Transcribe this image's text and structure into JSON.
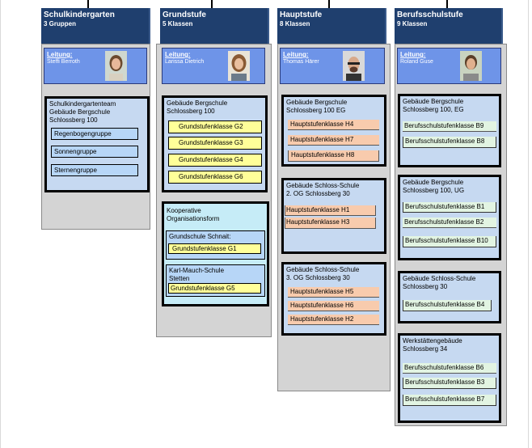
{
  "columns": [
    {
      "title": "Schulkindergarten",
      "subtitle": "3 Gruppen",
      "lead_label": "Leitung:",
      "lead_name": "Steffi Berroth",
      "blocks": [
        {
          "text": "Schulkindergartenteam\nGebäude Bergschule\nSchlossberg 100",
          "classes": [
            "Regenbogengruppe",
            "Sonnengruppe",
            "Sternengruppe"
          ]
        }
      ]
    },
    {
      "title": "Grundstufe",
      "subtitle": "5 Klassen",
      "lead_label": "Leitung:",
      "lead_name": "Larissa Dietrich",
      "blocks": [
        {
          "text": "Gebäude Bergschule\nSchlossberg 100",
          "classes": [
            "Grundstufenklasse G2",
            "Grundstufenklasse G3",
            "Grundstufenklasse G4",
            "Grundstufenklasse G6"
          ]
        }
      ],
      "koop": {
        "title": "Kooperative\nOrganisationsform",
        "schools": [
          {
            "name": "Grundschule Schnait:",
            "cls": "Grundstufenklasse G1"
          },
          {
            "name": "Karl-Mauch-Schule\nStetten",
            "cls": "Grundstufenklasse G5"
          }
        ]
      }
    },
    {
      "title": "Hauptstufe",
      "subtitle": "8 Klassen",
      "lead_label": "Leitung:",
      "lead_name": "Thomas Härer",
      "blocks": [
        {
          "text": "Gebäude Bergschule\nSchlossberg 100 EG",
          "classes": [
            "Hauptstufenklasse H4",
            "Hauptstufenklasse H7",
            "Hauptstufenklasse H8"
          ]
        },
        {
          "text": "Gebäude Schloss-Schule\n2. OG Schlossberg 30",
          "classes": [
            "Hauptstufenklasse H1",
            "Hauptstufenklasse H3"
          ]
        },
        {
          "text": "Gebäude Schloss-Schule\n3. OG Schlossberg 30",
          "classes": [
            "Hauptstufenklasse H5",
            "Hauptstufenklasse H6",
            "Hauptstufenklasse H2"
          ]
        }
      ]
    },
    {
      "title": "Berufsschulstufe",
      "subtitle": "9 Klassen",
      "lead_label": "Leitung:",
      "lead_name": "Roland Guse",
      "blocks": [
        {
          "text": "Gebäude Bergschule\nSchlossberg 100, EG",
          "classes": [
            "Berufsschulstufenklasse B9",
            "Berufsschulstufenklasse B8"
          ]
        },
        {
          "text": "Gebäude Bergschule\nSchlossberg 100, UG",
          "classes": [
            "Berufsschulstufenklasse B1",
            "Berufsschulstufenklasse B2",
            "Berufsschulstufenklasse B10"
          ]
        },
        {
          "text": "Gebäude Schloss-Schule\nSchlossberg 30",
          "classes": [
            "Berufsschulstufenklasse B4"
          ]
        },
        {
          "text": "Werkstättengebäude\nSchlossberg 34",
          "classes": [
            "Berufsschulstufenklasse B6",
            "Berufsschulstufenklasse B3",
            "Berufsschulstufenklasse B7"
          ]
        }
      ]
    }
  ],
  "colors": {
    "header": "#1f3f6e",
    "leader": "#6e94e8",
    "building": "#c6d9f1",
    "column": "#d4d4d4"
  }
}
